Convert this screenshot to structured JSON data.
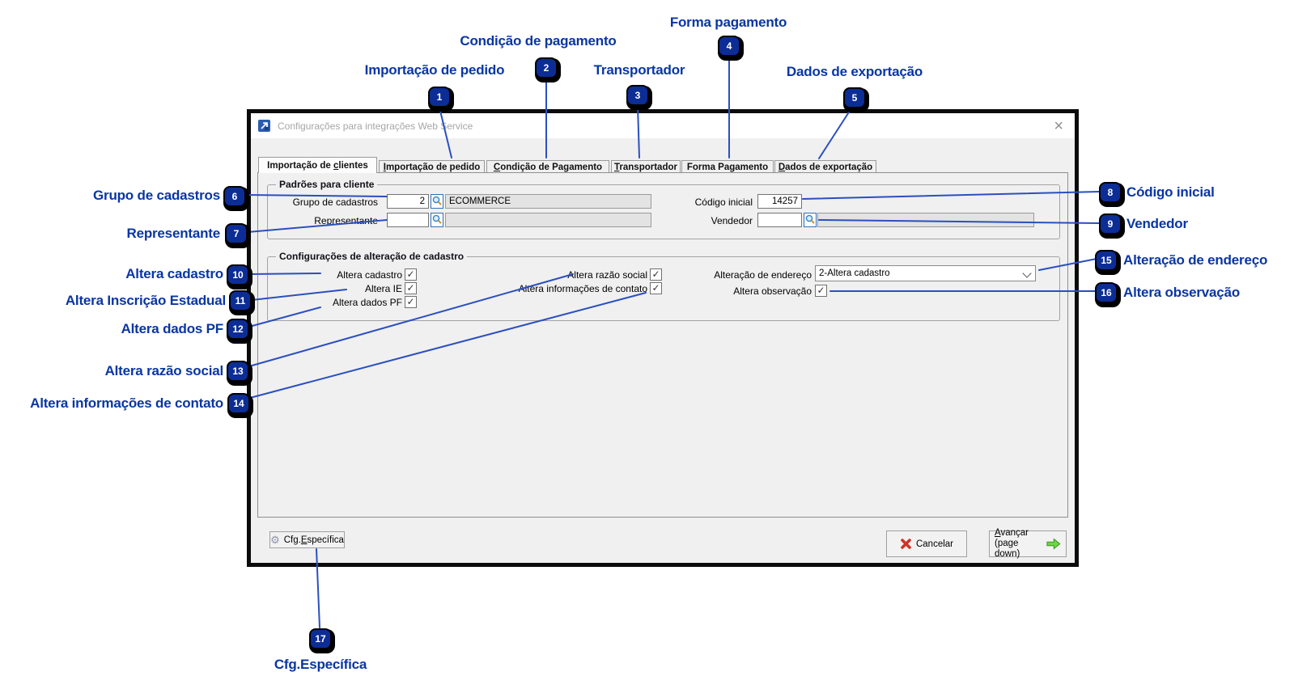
{
  "window": {
    "title": "Configurações para integrações Web Service",
    "close": "×"
  },
  "tabs": {
    "t1": {
      "pre": "Importação de ",
      "key": "c",
      "post": "lientes"
    },
    "t2": {
      "pre": "",
      "key": "I",
      "post": "mportação de pedido"
    },
    "t3": {
      "pre": "",
      "key": "C",
      "post": "ondição de Pagamento"
    },
    "t4": {
      "pre": "",
      "key": "T",
      "post": "ransportador"
    },
    "t5": {
      "pre": "",
      "key": "",
      "post": "Forma Pagamento"
    },
    "t6": {
      "pre": "",
      "key": "D",
      "post": "ados de exportação"
    }
  },
  "padroes": {
    "title": "Padrões para cliente",
    "grupo_label": "Grupo de cadastros",
    "grupo_value": "2",
    "grupo_desc": "ECOMMERCE",
    "representante_label": "Representante",
    "representante_value": "",
    "representante_desc": "",
    "codigo_label": "Código inicial",
    "codigo_value": "14257",
    "vendedor_label": "Vendedor",
    "vendedor_value": "",
    "vendedor_desc": ""
  },
  "alteracao": {
    "title": "Configurações de alteração de cadastro",
    "altera_cadastro": "Altera cadastro",
    "altera_ie": "Altera IE",
    "altera_dados_pf": "Altera dados PF",
    "altera_razao_social": "Altera razão social",
    "altera_inf_contato": "Altera informações de contato",
    "alteracao_endereco_label": "Alteração de endereço",
    "alteracao_endereco_value": "2-Altera cadastro",
    "altera_observacao": "Altera observação"
  },
  "buttons": {
    "cfg_pre": "Cfg.",
    "cfg_key": "E",
    "cfg_post": "specífica",
    "cancelar": "Cancelar",
    "avancar_key": "A",
    "avancar_post": "vançar",
    "avancar_line2": "(page down)"
  },
  "ui": {
    "check": "✓"
  },
  "colors": {
    "callout_text": "#0936a3",
    "badge_bg": "#0c2d96",
    "line_blue": "#2b4fc0"
  },
  "callouts": {
    "c1": {
      "n": "1",
      "label": "Importação de pedido"
    },
    "c2": {
      "n": "2",
      "label": "Condição de pagamento"
    },
    "c3": {
      "n": "3",
      "label": "Transportador"
    },
    "c4": {
      "n": "4",
      "label": "Forma pagamento"
    },
    "c5": {
      "n": "5",
      "label": "Dados de exportação"
    },
    "c6": {
      "n": "6",
      "label": "Grupo de cadastros"
    },
    "c7": {
      "n": "7",
      "label": "Representante"
    },
    "c8": {
      "n": "8",
      "label": "Código inicial"
    },
    "c9": {
      "n": "9",
      "label": "Vendedor"
    },
    "c10": {
      "n": "10",
      "label": "Altera cadastro"
    },
    "c11": {
      "n": "11",
      "label": "Altera Inscrição Estadual"
    },
    "c12": {
      "n": "12",
      "label": "Altera dados PF"
    },
    "c13": {
      "n": "13",
      "label": "Altera razão social"
    },
    "c14": {
      "n": "14",
      "label": "Altera informações de contato"
    },
    "c15": {
      "n": "15",
      "label": "Alteração de endereço"
    },
    "c16": {
      "n": "16",
      "label": "Altera observação"
    },
    "c17": {
      "n": "17",
      "label": "Cfg.Específica"
    }
  }
}
